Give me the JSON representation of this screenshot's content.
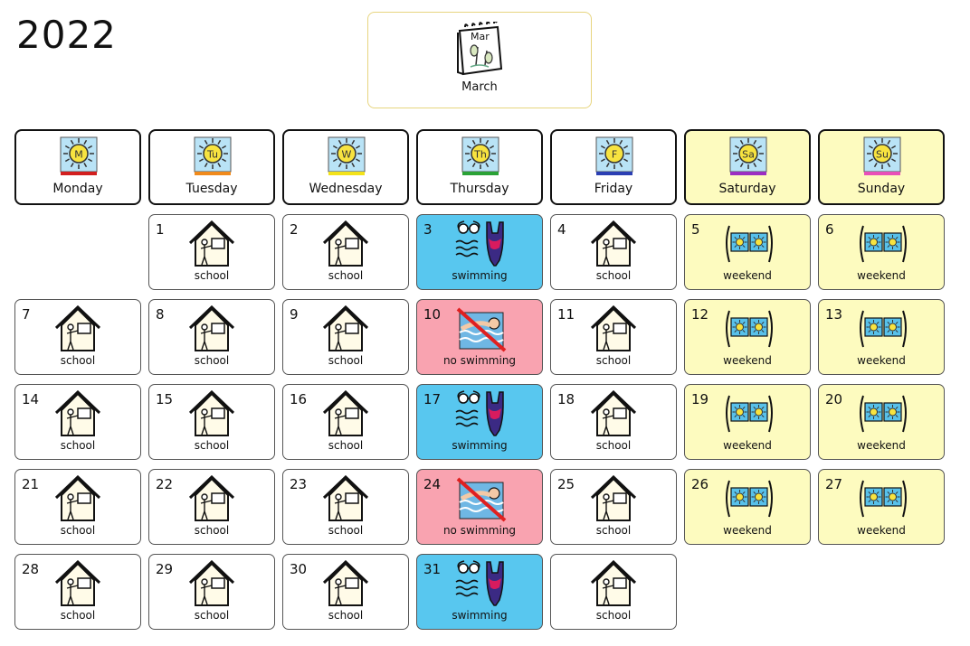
{
  "year": "2022",
  "month": {
    "short": "Mar",
    "label": "March"
  },
  "days": [
    {
      "name": "Monday",
      "abbr": "M",
      "stripe": "#d21f1f",
      "weekend": false
    },
    {
      "name": "Tuesday",
      "abbr": "Tu",
      "stripe": "#f08a1c",
      "weekend": false
    },
    {
      "name": "Wednesday",
      "abbr": "W",
      "stripe": "#f3e21a",
      "weekend": false
    },
    {
      "name": "Thursday",
      "abbr": "Th",
      "stripe": "#2aa236",
      "weekend": false
    },
    {
      "name": "Friday",
      "abbr": "F",
      "stripe": "#2b3fb3",
      "weekend": false
    },
    {
      "name": "Saturday",
      "abbr": "Sa",
      "stripe": "#9b2ec2",
      "weekend": true
    },
    {
      "name": "Sunday",
      "abbr": "Su",
      "stripe": "#e84fb8",
      "weekend": true
    }
  ],
  "cells": [
    {
      "day": "",
      "type": "empty",
      "label": ""
    },
    {
      "day": "1",
      "type": "school",
      "label": "school"
    },
    {
      "day": "2",
      "type": "school",
      "label": "school"
    },
    {
      "day": "3",
      "type": "swim",
      "label": "swimming"
    },
    {
      "day": "4",
      "type": "school",
      "label": "school"
    },
    {
      "day": "5",
      "type": "weekend",
      "label": "weekend"
    },
    {
      "day": "6",
      "type": "weekend",
      "label": "weekend"
    },
    {
      "day": "7",
      "type": "school",
      "label": "school"
    },
    {
      "day": "8",
      "type": "school",
      "label": "school"
    },
    {
      "day": "9",
      "type": "school",
      "label": "school"
    },
    {
      "day": "10",
      "type": "noswim",
      "label": "no swimming"
    },
    {
      "day": "11",
      "type": "school",
      "label": "school"
    },
    {
      "day": "12",
      "type": "weekend",
      "label": "weekend"
    },
    {
      "day": "13",
      "type": "weekend",
      "label": "weekend"
    },
    {
      "day": "14",
      "type": "school",
      "label": "school"
    },
    {
      "day": "15",
      "type": "school",
      "label": "school"
    },
    {
      "day": "16",
      "type": "school",
      "label": "school"
    },
    {
      "day": "17",
      "type": "swim",
      "label": "swimming"
    },
    {
      "day": "18",
      "type": "school",
      "label": "school"
    },
    {
      "day": "19",
      "type": "weekend",
      "label": "weekend"
    },
    {
      "day": "20",
      "type": "weekend",
      "label": "weekend"
    },
    {
      "day": "21",
      "type": "school",
      "label": "school"
    },
    {
      "day": "22",
      "type": "school",
      "label": "school"
    },
    {
      "day": "23",
      "type": "school",
      "label": "school"
    },
    {
      "day": "24",
      "type": "noswim",
      "label": "no swimming"
    },
    {
      "day": "25",
      "type": "school",
      "label": "school"
    },
    {
      "day": "26",
      "type": "weekend",
      "label": "weekend"
    },
    {
      "day": "27",
      "type": "weekend",
      "label": "weekend"
    },
    {
      "day": "28",
      "type": "school",
      "label": "school"
    },
    {
      "day": "29",
      "type": "school",
      "label": "school"
    },
    {
      "day": "30",
      "type": "school",
      "label": "school"
    },
    {
      "day": "31",
      "type": "swim",
      "label": "swimming"
    },
    {
      "day": "",
      "type": "school",
      "label": "school"
    }
  ],
  "icons": {
    "school": "school-house-icon",
    "swim": "swimsuit-goggles-icon",
    "noswim": "no-swimming-icon",
    "weekend": "weekend-sun-icon",
    "month": "calendar-page-icon",
    "day": "day-sun-icon"
  },
  "colors": {
    "swim": "#58c7ef",
    "noswim": "#f9a3b0",
    "weekend": "#fdfbbf",
    "monthBorder": "#e7d57f"
  }
}
